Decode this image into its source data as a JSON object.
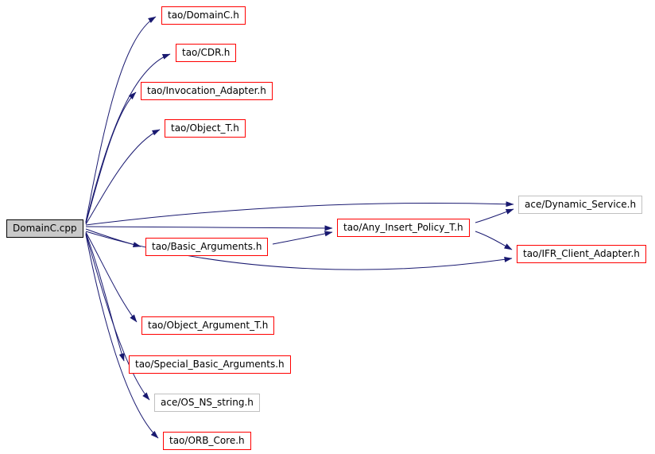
{
  "diagram": {
    "type": "include-dependency-graph",
    "colors": {
      "edge": "#191970",
      "documented_border": "#ff0000",
      "external_border": "#c0c0c0",
      "root_fill": "#c9c9c9",
      "root_border": "#000000",
      "background": "#ffffff"
    },
    "nodes": [
      {
        "id": "root",
        "label": "DomainC.cpp",
        "type": "source"
      },
      {
        "id": "n1",
        "label": "tao/DomainC.h",
        "type": "documented"
      },
      {
        "id": "n2",
        "label": "tao/CDR.h",
        "type": "documented"
      },
      {
        "id": "n3",
        "label": "tao/Invocation_Adapter.h",
        "type": "documented"
      },
      {
        "id": "n4",
        "label": "tao/Object_T.h",
        "type": "documented"
      },
      {
        "id": "n5",
        "label": "ace/Dynamic_Service.h",
        "type": "external"
      },
      {
        "id": "n6",
        "label": "tao/Any_Insert_Policy_T.h",
        "type": "documented"
      },
      {
        "id": "n7",
        "label": "tao/Basic_Arguments.h",
        "type": "documented"
      },
      {
        "id": "n8",
        "label": "tao/IFR_Client_Adapter.h",
        "type": "documented"
      },
      {
        "id": "n9",
        "label": "tao/Object_Argument_T.h",
        "type": "documented"
      },
      {
        "id": "n10",
        "label": "tao/Special_Basic_Arguments.h",
        "type": "documented"
      },
      {
        "id": "n11",
        "label": "ace/OS_NS_string.h",
        "type": "external"
      },
      {
        "id": "n12",
        "label": "tao/ORB_Core.h",
        "type": "documented"
      }
    ],
    "edges": [
      {
        "from": "DomainC.cpp",
        "to": "tao/DomainC.h"
      },
      {
        "from": "DomainC.cpp",
        "to": "tao/CDR.h"
      },
      {
        "from": "DomainC.cpp",
        "to": "tao/Invocation_Adapter.h"
      },
      {
        "from": "DomainC.cpp",
        "to": "tao/Object_T.h"
      },
      {
        "from": "DomainC.cpp",
        "to": "ace/Dynamic_Service.h"
      },
      {
        "from": "DomainC.cpp",
        "to": "tao/Any_Insert_Policy_T.h"
      },
      {
        "from": "DomainC.cpp",
        "to": "tao/Basic_Arguments.h"
      },
      {
        "from": "DomainC.cpp",
        "to": "tao/IFR_Client_Adapter.h"
      },
      {
        "from": "DomainC.cpp",
        "to": "tao/Object_Argument_T.h"
      },
      {
        "from": "DomainC.cpp",
        "to": "tao/Special_Basic_Arguments.h"
      },
      {
        "from": "DomainC.cpp",
        "to": "ace/OS_NS_string.h"
      },
      {
        "from": "DomainC.cpp",
        "to": "tao/ORB_Core.h"
      },
      {
        "from": "tao/Basic_Arguments.h",
        "to": "tao/Any_Insert_Policy_T.h"
      },
      {
        "from": "tao/Any_Insert_Policy_T.h",
        "to": "ace/Dynamic_Service.h"
      },
      {
        "from": "tao/Any_Insert_Policy_T.h",
        "to": "tao/IFR_Client_Adapter.h"
      }
    ]
  }
}
